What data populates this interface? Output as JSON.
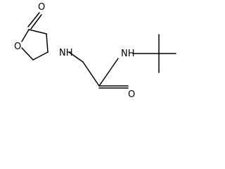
{
  "molecule": {
    "atoms": {
      "o_carbonyl_ring": "O",
      "o_ring": "O",
      "nh_amine": "NH",
      "nh_amide": "NH",
      "o_amide": "O"
    }
  }
}
